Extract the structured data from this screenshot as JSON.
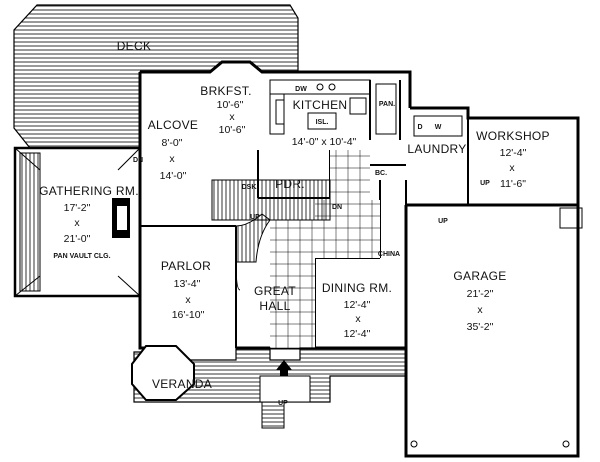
{
  "rooms": {
    "deck": {
      "name": "DECK"
    },
    "brkfst": {
      "name": "BRKFST.",
      "w": "10'-6\"",
      "x": "x",
      "d": "10'-6\""
    },
    "kitchen": {
      "name": "KITCHEN",
      "isl": "ISL.",
      "dim": "14'-0\" x 10'-4\"",
      "dw": "DW",
      "pan": "PAN."
    },
    "alcove": {
      "name": "ALCOVE",
      "w": "8'-0\"",
      "x": "x",
      "d": "14'-0\""
    },
    "gathering": {
      "name": "GATHERING RM.",
      "w": "17'-2\"",
      "x": "x",
      "d": "21'-0\"",
      "note": "PAN VAULT CLG."
    },
    "pdr": {
      "name": "PDR.",
      "dsk": "DSK."
    },
    "laundry": {
      "name": "LAUNDRY",
      "d": "D",
      "w": "W",
      "bc": "BC."
    },
    "workshop": {
      "name": "WORKSHOP",
      "w": "12'-4\"",
      "x": "x",
      "d": "11'-6\""
    },
    "parlor": {
      "name": "PARLOR",
      "w": "13'-4\"",
      "x": "x",
      "d": "16'-10\""
    },
    "great_hall": {
      "name1": "GREAT",
      "name2": "HALL"
    },
    "dining": {
      "name": "DINING RM.",
      "w": "12'-4\"",
      "x": "x",
      "d": "12'-4\"",
      "china": "CHINA"
    },
    "garage": {
      "name": "GARAGE",
      "w": "21'-2\"",
      "x": "x",
      "d": "35'-2\""
    },
    "veranda": {
      "name": "VERANDA"
    }
  },
  "stairs": {
    "dn_alcove": "DN",
    "dn_stair": "DN",
    "up_stair": "UP",
    "up_workshop": "UP",
    "up_garage": "UP",
    "up_entry": "UP"
  }
}
